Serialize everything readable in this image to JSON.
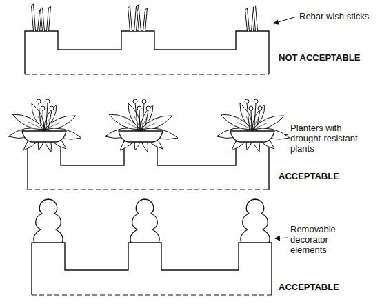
{
  "diagram": {
    "labels": [
      "Rebar wish sticks",
      "NOT ACCEPTABLE",
      "Planters with drought-resistant plants",
      "ACCEPTABLE",
      "Removable decorator elements",
      "ACCEPTABLE"
    ]
  }
}
